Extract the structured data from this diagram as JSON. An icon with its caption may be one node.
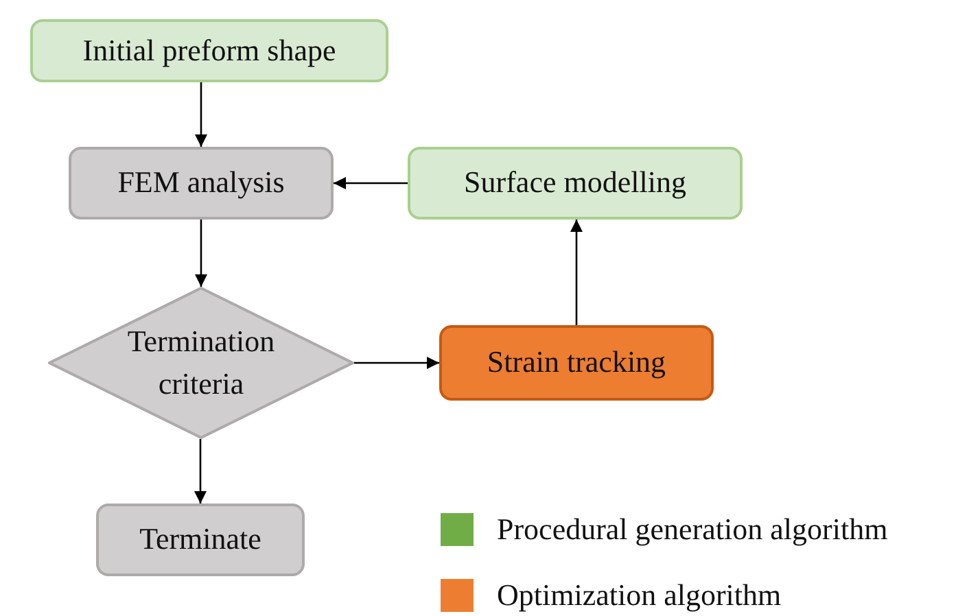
{
  "diagram": {
    "nodes": [
      {
        "text": [
          "Initial preform shape"
        ]
      },
      {
        "text": [
          "FEM analysis"
        ]
      },
      {
        "text": [
          "Surface modelling"
        ]
      },
      {
        "text": [
          "Termination criteria"
        ]
      },
      {
        "text": [
          "Strain tracking"
        ]
      },
      {
        "text": [
          "Terminate"
        ]
      }
    ],
    "edges": [
      {
        "from": 0,
        "to": 1,
        "arrow": "to"
      },
      {
        "from": 2,
        "to": 1,
        "arrow": "to"
      },
      {
        "from": 1,
        "to": 3,
        "arrow": "to"
      },
      {
        "from": 3,
        "to": 4,
        "arrow": "to"
      },
      {
        "from": 4,
        "to": 2,
        "arrow": "to"
      },
      {
        "from": 3,
        "to": 5,
        "arrow": "to"
      }
    ],
    "legend": [
      {
        "text": "Procedural generation algorithm",
        "color": "#70ad47"
      },
      {
        "text": "Optimization algorithm",
        "color": "#ed7d31"
      }
    ]
  }
}
